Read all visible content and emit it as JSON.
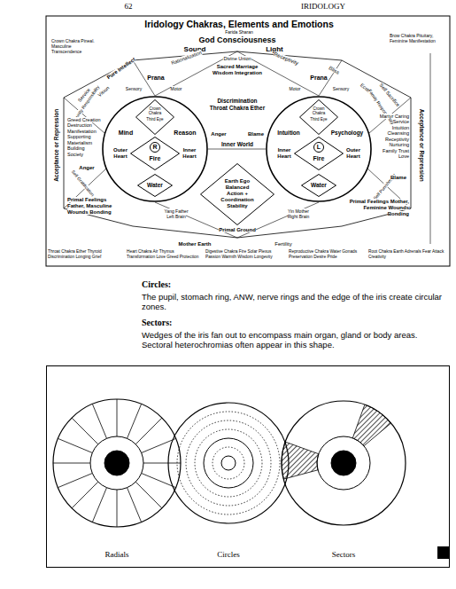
{
  "diagram": {
    "title": "Iridology Chakras, Elements and Emotions",
    "nodes": [
      {
        "text": [
          "Mind",
          "Reason",
          "Outer Heart",
          "Inner Heart"
        ]
      },
      {
        "text": [
          "Crown Chakra",
          "Third Eye"
        ],
        "in": 0
      },
      {
        "text": [
          "R",
          "Fire"
        ],
        "in": 0
      },
      {
        "text": [
          "Water"
        ],
        "in": 0
      },
      {
        "text": [
          "Intuition",
          "Psychology",
          "Inner Heart",
          "Outer Heart"
        ]
      },
      {
        "text": [
          "Crown Chakra",
          "Third Eye"
        ],
        "in": 4
      },
      {
        "text": [
          "L",
          "Fire"
        ],
        "in": 4
      },
      {
        "text": [
          "Water"
        ],
        "in": 4
      },
      {
        "text": [
          "Earth Ego Balanced Action + Coordination Stability"
        ]
      },
      {
        "text": [
          "Radials",
          "Circles",
          "Sectors"
        ]
      }
    ],
    "labels": [
      "62",
      "IRIDOLOGY",
      "Farida Sharan",
      "God Consciousness",
      "Sound",
      "Light",
      "Crown Chakra Pineal. Masculine Transcendence",
      "Brow Chakra Pituitary, Feminine Manifestation",
      "Pure Intellect",
      "Rationalization",
      "Divine Union",
      "Receptivity",
      "Bliss",
      "Prana",
      "Prana",
      "Vision",
      "Sensory",
      "Motor",
      "Motor",
      "Sensory",
      "Ecstasy",
      "Sacred Marriage Wisdom Integration",
      "Discrimination Throat Chakra Ether",
      "Inner World",
      "Primal Ground",
      "Mother Earth",
      "Fertility",
      "Acceptance or Repression",
      "Service",
      "Community Responsibility",
      "Greed Creation Destruction Manifestation Supporting Materialism Building Society",
      "Self Gratification",
      "Anger",
      "Anger",
      "Primal Feelings Father, Masculine Wounds Bonding",
      "Yang Father Left Brain",
      "Acceptance or Repression",
      "Self Sacrifice",
      "Family Responsibility",
      "Martyr Caring Service Intuition Cleansing Receptivity Nurturing Family Trust Love",
      "Self Punishment",
      "Blame",
      "Blame",
      "Primal Feelings Mother, Feminine Wounds Bonding",
      "Yin Mother Right Brain",
      "Throat Chakra Ether Thyroid Discrimination Longing Grief",
      "Heart Chakra Air Thymus Transformation Love Greed Protection",
      "Digestive Chakra Fire Solar Plexus Passion Warmth Wisdom Longevity",
      "Reproductive Chakra Water Gonads Preservation Desire Pride",
      "Root Chakra Earth Adrenals Fear Attack Creativity",
      "Circles:",
      "The pupil, stomach ring, ANW, nerve rings and the edge of the iris create circular zones.",
      "Sectors:",
      "Wedges of the iris fan out to encompass main organ, gland or body areas. Sectoral heterochromias often appear in this shape."
    ]
  }
}
